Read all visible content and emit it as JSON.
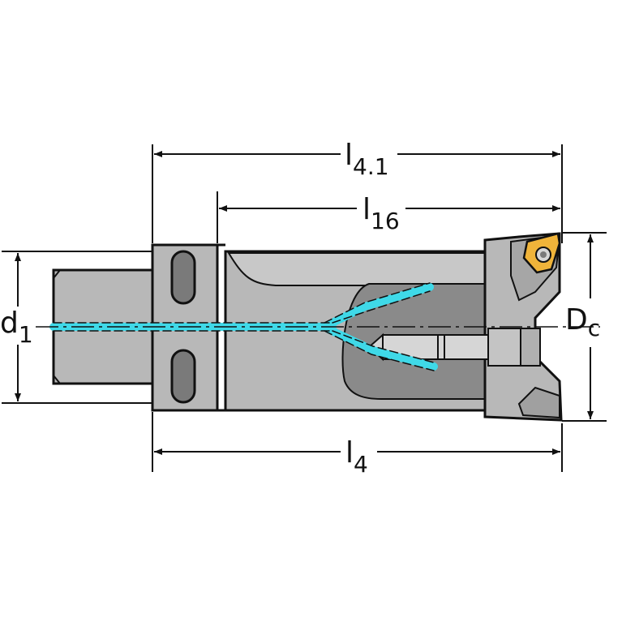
{
  "dimensions": {
    "l4_1": {
      "main": "l",
      "sub": "4.1"
    },
    "l16": {
      "main": "l",
      "sub": "16"
    },
    "l4": {
      "main": "l",
      "sub": "4"
    },
    "d1": {
      "main": "d",
      "sub": "1"
    },
    "dc": {
      "main": "D",
      "sub": "c"
    }
  },
  "colors": {
    "body": "#b8b8b8",
    "body_dark": "#7a7a7a",
    "body_light": "#d6d6d6",
    "coolant": "#3fd9e8",
    "insert": "#f0b43a",
    "line": "#111111"
  }
}
